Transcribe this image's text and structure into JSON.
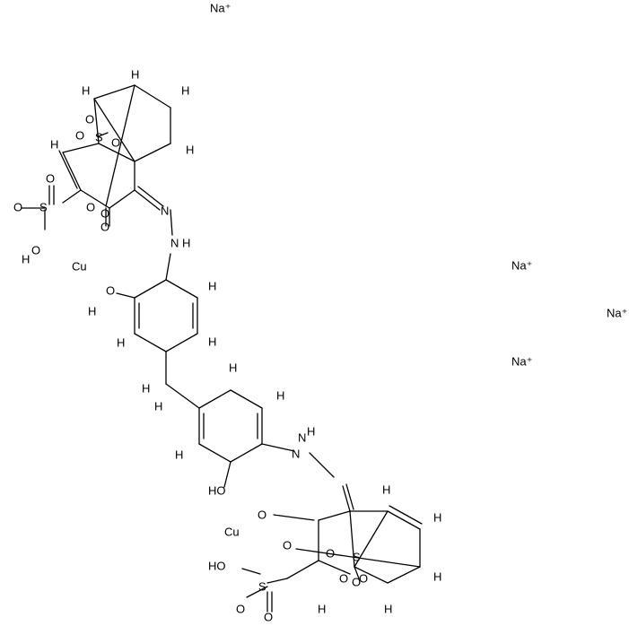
{
  "atoms": {
    "na1": "Na⁺",
    "na2": "Na⁺",
    "na3": "Na⁺",
    "na4": "Na⁺",
    "cu1": "Cu",
    "cu2": "Cu",
    "h_top_a": "H",
    "h_top_b": "H",
    "h_top_c": "H",
    "h_top_d": "H",
    "h_top_e": "H",
    "o_top_1": "O",
    "s_top_1": "S",
    "o_top_2": "O",
    "o_top_3": "O",
    "o_top_4": "O",
    "o_top_5": "O",
    "o_top_6": "O",
    "n_top_1": "N",
    "n_top_2": "N",
    "h_n_top": "H",
    "s_top_2": "S",
    "o_top_7": "O",
    "o_top_8": "O",
    "o_top_9": "O",
    "h_top_oh": "H",
    "o_mid_1": "O",
    "h_mid_1": "H",
    "h_mid_2": "H",
    "h_mid_3": "H",
    "h_mid_4": "H",
    "h_ch2_1": "H",
    "h_ch2_2": "H",
    "h_mid_5": "H",
    "h_mid_6": "H",
    "h_mid_7": "H",
    "n_bot_1": "N",
    "h_n_bot": "H",
    "n_bot_2": "N",
    "o_mid_2": "HO",
    "o_bot_1": "O",
    "o_bot_2": "O",
    "o_bot_3": "O",
    "s_bot_1": "S",
    "o_bot_4": "O",
    "h_bot_a": "H",
    "h_bot_b": "H",
    "h_bot_c": "H",
    "h_bot_d": "H",
    "h_bot_e": "H",
    "o_bot_5": "HO",
    "s_bot_2": "S",
    "o_bot_6": "O",
    "o_bot_7": "O",
    "o_bot_8": "O",
    "o_bot_9": "O"
  }
}
